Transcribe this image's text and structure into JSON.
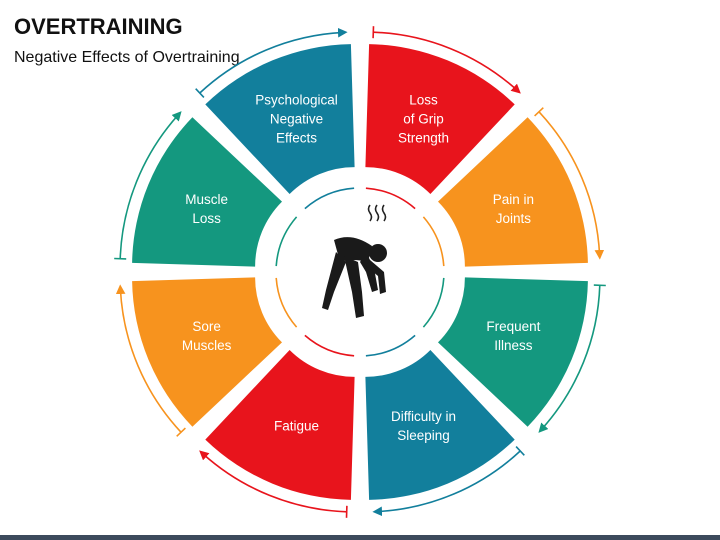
{
  "title": "OVERTRAINING",
  "subtitle": "Negative Effects of Overtraining",
  "colors": {
    "red": "#e8141c",
    "orange": "#f7931e",
    "teal": "#14987f",
    "blue": "#127f9c",
    "bar": "#3c4a5c"
  },
  "center_icon": "exhausted-person-icon",
  "segments": [
    {
      "lines": [
        "Loss",
        "of Grip",
        "Strength"
      ],
      "color": "#e8141c"
    },
    {
      "lines": [
        "Pain in",
        "Joints"
      ],
      "color": "#f7931e"
    },
    {
      "lines": [
        "Frequent",
        "Illness"
      ],
      "color": "#14987f"
    },
    {
      "lines": [
        "Difficulty in",
        "Sleeping"
      ],
      "color": "#127f9c"
    },
    {
      "lines": [
        "Fatigue"
      ],
      "color": "#e8141c"
    },
    {
      "lines": [
        "Sore",
        "Muscles"
      ],
      "color": "#f7931e"
    },
    {
      "lines": [
        "Muscle",
        "Loss"
      ],
      "color": "#14987f"
    },
    {
      "lines": [
        "Psychological",
        "Negative",
        "Effects"
      ],
      "color": "#127f9c"
    }
  ]
}
